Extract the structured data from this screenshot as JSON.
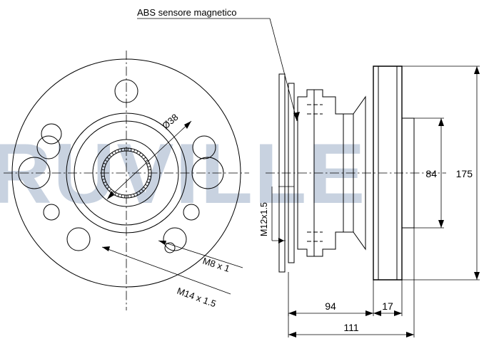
{
  "drawing": {
    "title": "Wheel hub bearing assembly technical drawing",
    "watermark": "RUVILLE",
    "watermark_color": "#c8d2e0",
    "line_color": "#000000",
    "background": "#ffffff"
  },
  "annotations": {
    "abs_sensor": "ABS sensore magnetico",
    "bore_diameter": "Ø38",
    "small_thread": "M8 x 1",
    "large_thread": "M14 x 1.5",
    "axle_thread": "M12x1.5"
  },
  "dimensions": {
    "vertical": [
      {
        "name": "hub-height",
        "value": "84"
      },
      {
        "name": "flange-diameter",
        "value": "175"
      }
    ],
    "horizontal": [
      {
        "name": "body-length",
        "value": "94"
      },
      {
        "name": "flange-thickness",
        "value": "17"
      },
      {
        "name": "overall-length",
        "value": "111"
      }
    ]
  },
  "views": {
    "front": {
      "name": "front-view",
      "label": ""
    },
    "section": {
      "name": "section-view",
      "label": ""
    }
  }
}
